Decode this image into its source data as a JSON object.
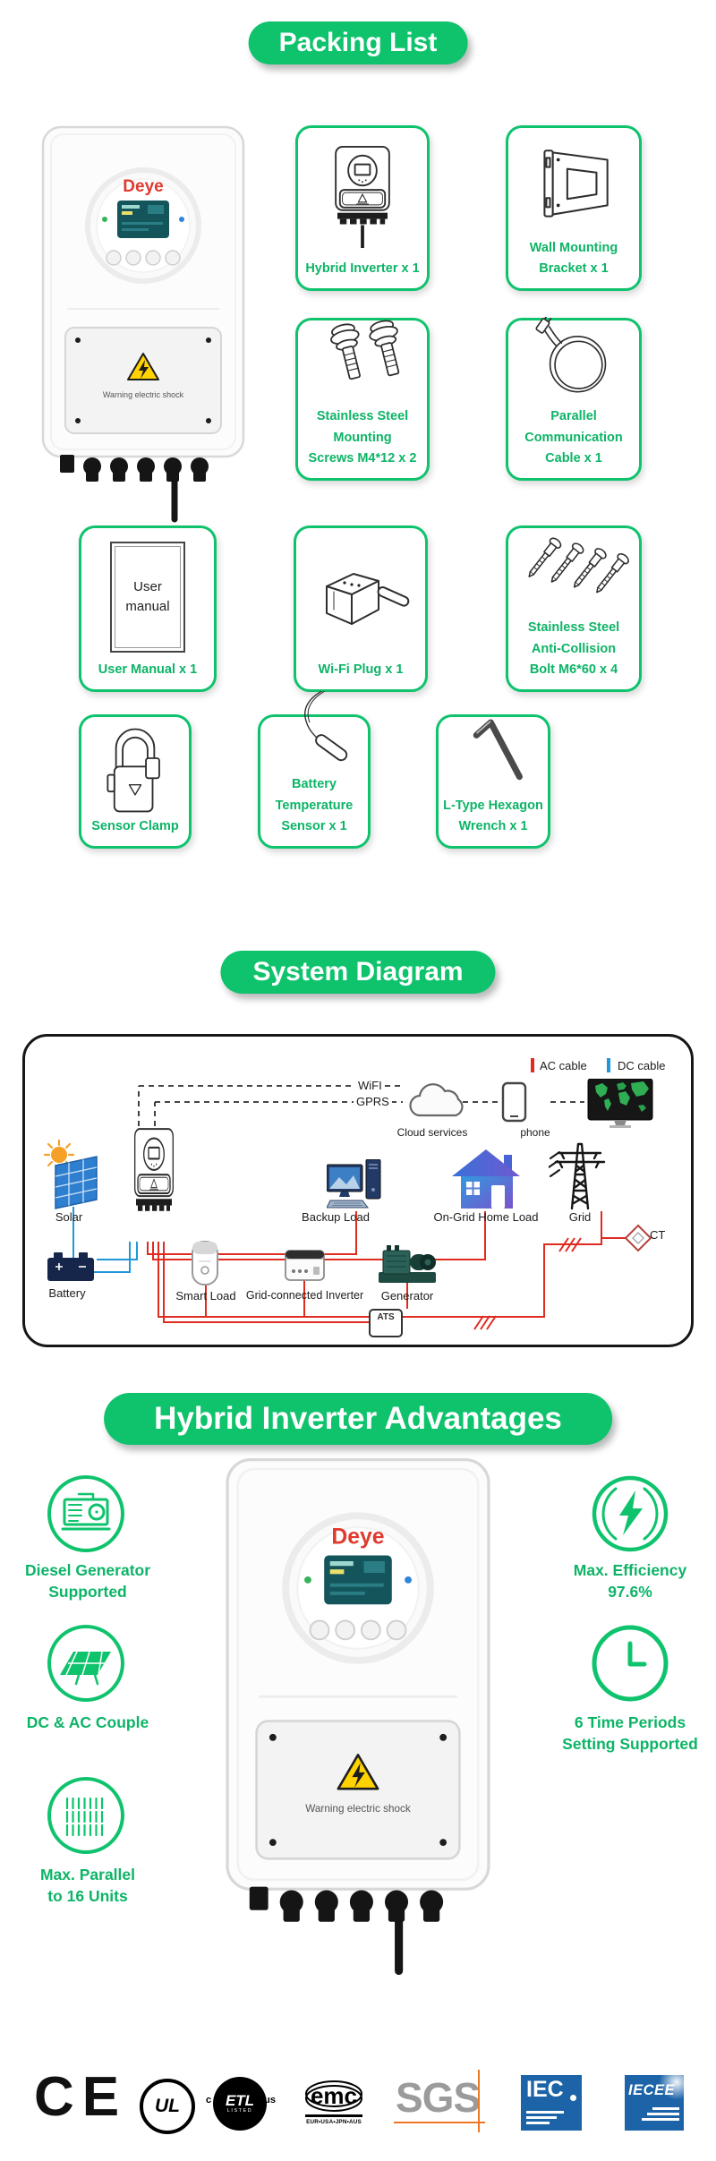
{
  "theme": {
    "green": "#0fc36d",
    "red": "#e02b20",
    "blue": "#1e98d7"
  },
  "product": {
    "brand": "Deye",
    "warning": "Warning electric shock"
  },
  "packing": {
    "title": "Packing List",
    "items": [
      {
        "label": "Hybrid Inverter x 1"
      },
      {
        "label": "Wall Mounting\nBracket x 1"
      },
      {
        "label": "Stainless Steel\nMounting\nScrews M4*12 x 2"
      },
      {
        "label": "Parallel\nCommunication\nCable x 1"
      },
      {
        "label": "User Manual x 1",
        "drawing_text": "User\nmanual"
      },
      {
        "label": "Wi-Fi Plug x 1"
      },
      {
        "label": "Stainless Steel\nAnti-Collision\nBolt M6*60 x 4"
      },
      {
        "label": "Sensor Clamp"
      },
      {
        "label": "Battery\nTemperature\nSensor x 1"
      },
      {
        "label": "L-Type Hexagon\nWrench x 1"
      }
    ]
  },
  "diagram": {
    "title": "System Diagram",
    "legend": [
      {
        "label": "AC cable",
        "color": "#e02b20"
      },
      {
        "label": "DC cable",
        "color": "#1e98d7"
      }
    ],
    "wireless": {
      "wifi": "WiFI",
      "gprs": "GPRS"
    },
    "labels": {
      "cloud": "Cloud services",
      "phone": "phone",
      "solar": "Solar",
      "backup": "Backup Load",
      "ongrid": "On-Grid Home Load",
      "grid": "Grid",
      "ct": "CT",
      "battery": "Battery",
      "smart": "Smart Load",
      "grid_inverter": "Grid-connected Inverter",
      "generator": "Generator",
      "ats": "ATS"
    }
  },
  "advantages": {
    "title": "Hybrid Inverter Advantages",
    "left": [
      {
        "label": "Diesel Generator\nSupported"
      },
      {
        "label": "DC & AC Couple"
      },
      {
        "label": "Max. Parallel\nto 16 Units"
      }
    ],
    "right": [
      {
        "label": "Max. Efficiency\n97.6%"
      },
      {
        "label": "6 Time Periods\nSetting Supported"
      }
    ]
  },
  "certifications": {
    "ce": "CE",
    "ul": "UL",
    "etl": {
      "c": "c",
      "main": "ETL",
      "us": "us",
      "listed": "LISTED"
    },
    "emc": {
      "main": "emc",
      "region": "EUR•USA•JPN•AUS"
    },
    "sgs": "SGS",
    "iec": "IEC",
    "iecee": "IECEE"
  }
}
